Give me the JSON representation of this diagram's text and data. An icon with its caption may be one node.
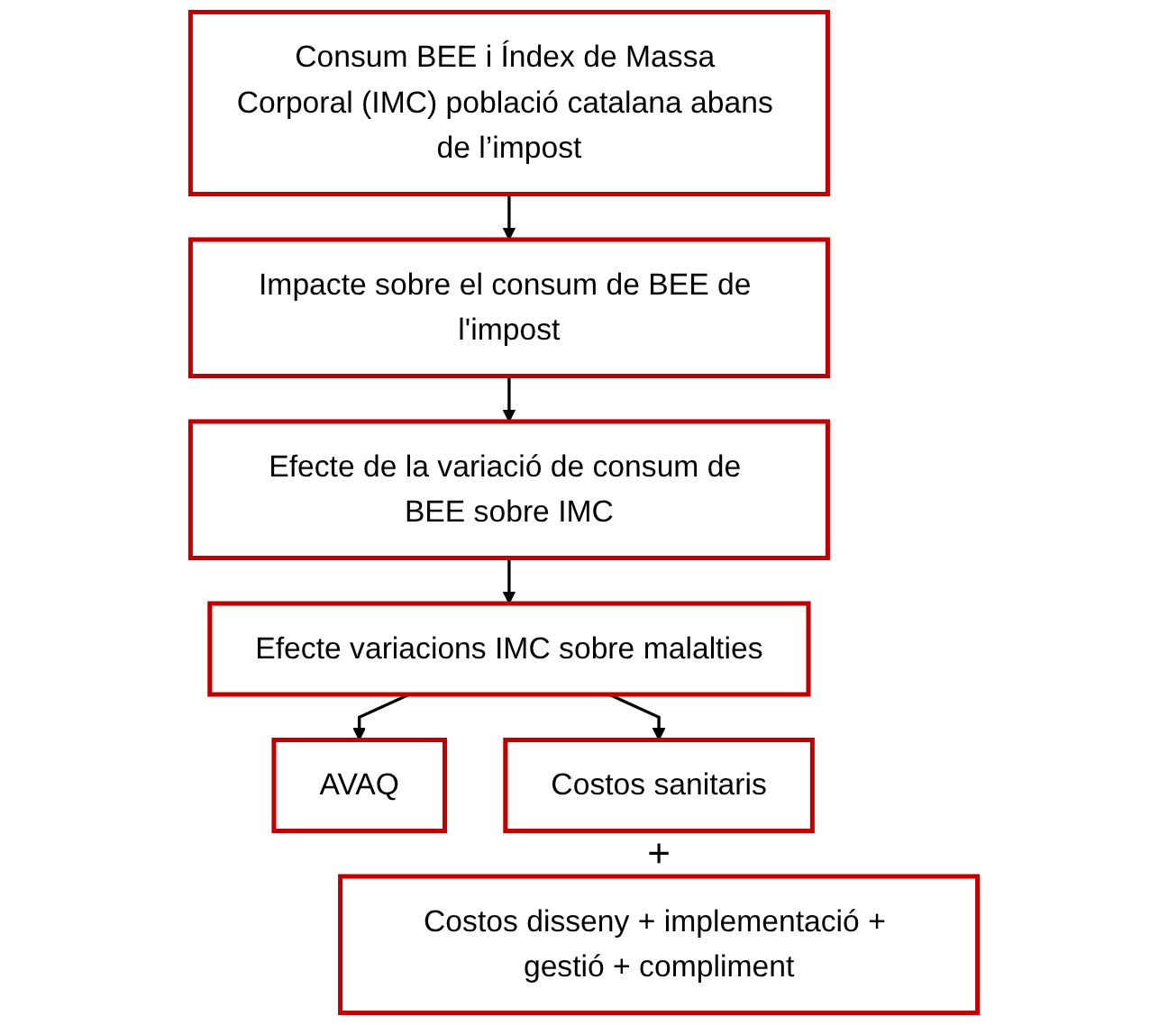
{
  "diagram": {
    "nodes": [
      {
        "text": [
          "Consum BEE i Índex de Massa Corporal (IMC) població catalana abans de l’impost"
        ]
      },
      {
        "text": [
          "Impacte sobre el consum de BEE de l'impost"
        ]
      },
      {
        "text": [
          "Efecte de la variació de consum de BEE sobre IMC"
        ]
      },
      {
        "text": [
          "Efecte variacions IMC sobre malalties"
        ]
      },
      {
        "text": [
          "AVAQ"
        ]
      },
      {
        "text": [
          "Costos sanitaris"
        ]
      },
      {
        "text": [
          "Costos disseny + implementació + gestió + compliment"
        ]
      }
    ],
    "edges": [
      {
        "from": 0,
        "to": 1,
        "arrow": "to"
      },
      {
        "from": 1,
        "to": 2,
        "arrow": "to"
      },
      {
        "from": 2,
        "to": 3,
        "arrow": "to"
      },
      {
        "from": 3,
        "to": 4,
        "arrow": "to"
      },
      {
        "from": 3,
        "to": 5,
        "arrow": "to"
      }
    ],
    "labels": [
      "+"
    ]
  }
}
